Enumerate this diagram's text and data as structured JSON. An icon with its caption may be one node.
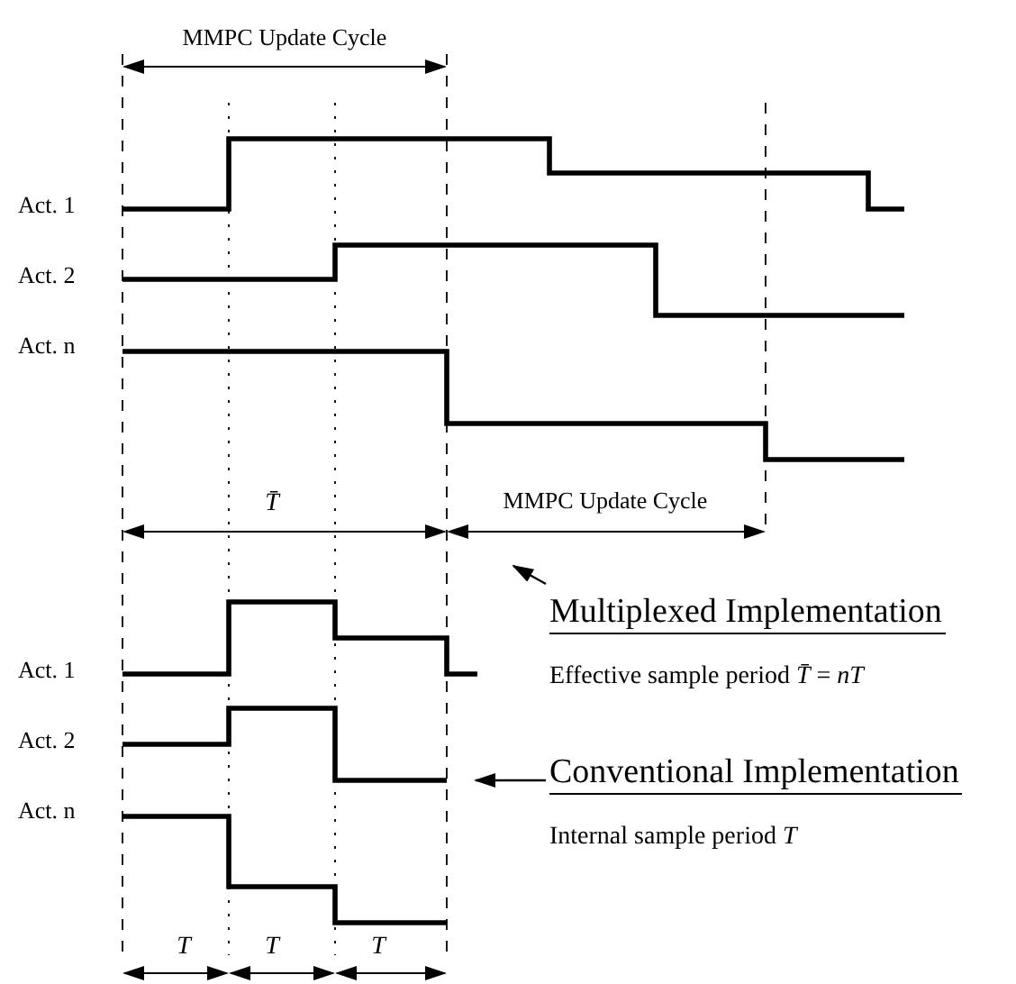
{
  "diagram": {
    "nodes": [
      {
        "text": [
          "Multiplexed Implementation",
          "Effective sample period *T̄* = *nT*"
        ]
      },
      {
        "text": [
          "Conventional Implementation",
          "Internal sample period *T*"
        ]
      }
    ],
    "edges": [
      {
        "from": 0,
        "to": null,
        "arrow": "to"
      },
      {
        "from": 1,
        "to": null,
        "arrow": "to"
      }
    ],
    "labels": [
      "MMPC Update Cycle",
      "Act. 1",
      "Act. 2",
      "Act. n",
      "T̄",
      "MMPC Update Cycle",
      "Act. 1",
      "Act. 2",
      "Act. n",
      "T",
      "T",
      "T"
    ]
  }
}
